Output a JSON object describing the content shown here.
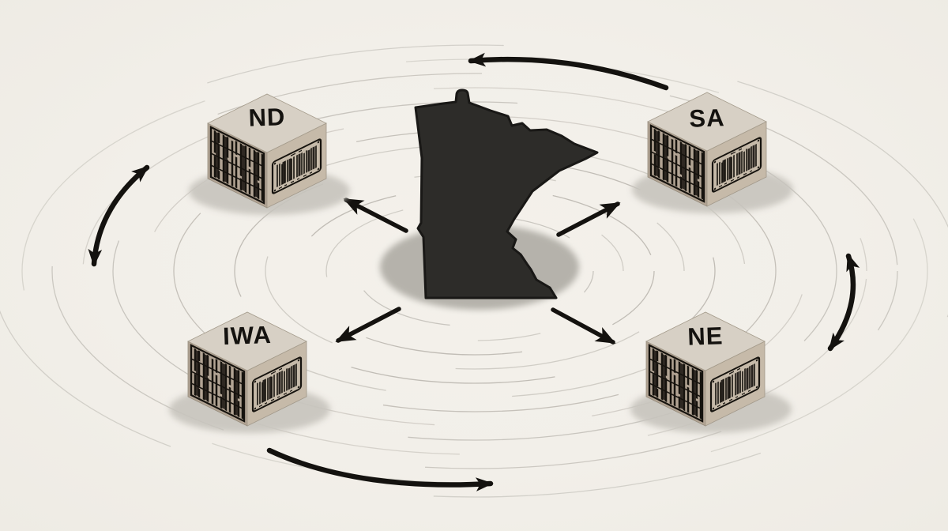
{
  "scene": {
    "description_icon": "orbital-transfer-diagram",
    "background_color": "#f2efe9",
    "ring_color": "#a6a29a",
    "arrow_color": "#14120f",
    "shadow_color": "#b5b2ab",
    "center": {
      "icon": "minnesota-state-silhouette",
      "fill_color": "#2d2c29"
    }
  },
  "boxes": [
    {
      "id": "nd",
      "label": "ND",
      "position": "top-left",
      "icon": "barcode-crate"
    },
    {
      "id": "sa",
      "label": "SA",
      "position": "top-right",
      "icon": "barcode-crate"
    },
    {
      "id": "iwa",
      "label": "IWA",
      "position": "bottom-left",
      "icon": "barcode-crate"
    },
    {
      "id": "ne",
      "label": "NE",
      "position": "bottom-right",
      "icon": "barcode-crate"
    }
  ],
  "box_colors": {
    "top": "#d7d0c5",
    "left": "#b2a494",
    "right": "#c6baa9"
  },
  "arrows": {
    "radial": [
      {
        "name": "center-to-nd-arrow",
        "direction": "northwest"
      },
      {
        "name": "center-to-sa-arrow",
        "direction": "northeast"
      },
      {
        "name": "center-to-iwa-arrow",
        "direction": "southwest"
      },
      {
        "name": "center-to-ne-arrow",
        "direction": "southeast"
      }
    ],
    "orbital": [
      {
        "name": "top-orbital-arrow",
        "direction": "leftward"
      },
      {
        "name": "bottom-orbital-arrow",
        "direction": "rightward"
      },
      {
        "name": "left-orbital-double-arrow",
        "direction": "bidirectional"
      },
      {
        "name": "right-orbital-double-arrow",
        "direction": "bidirectional"
      }
    ]
  }
}
